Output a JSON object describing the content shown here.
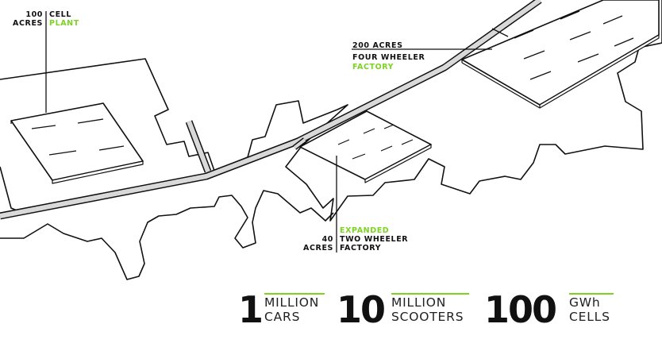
{
  "colors": {
    "accent": "#7dd321",
    "ink": "#111111",
    "road": "#d9d9d9"
  },
  "labels": {
    "cell_plant": {
      "number": "100",
      "unit": "ACRES",
      "line1": "CELL",
      "line2": "PLANT"
    },
    "four_wheeler": {
      "line1": "200 ACRES",
      "line2": "FOUR WHEELER",
      "line3": "FACTORY"
    },
    "two_wheeler": {
      "number": "40",
      "unit": "ACRES",
      "line1": "EXPANDED",
      "line2": "TWO WHEELER",
      "line3": "FACTORY"
    }
  },
  "stats": [
    {
      "value": "1",
      "line1": "MILLION",
      "line2": "CARS"
    },
    {
      "value": "10",
      "line1": "MILLION",
      "line2": "SCOOTERS"
    },
    {
      "value": "100",
      "line1": "GWh",
      "line2": "CELLS"
    }
  ]
}
